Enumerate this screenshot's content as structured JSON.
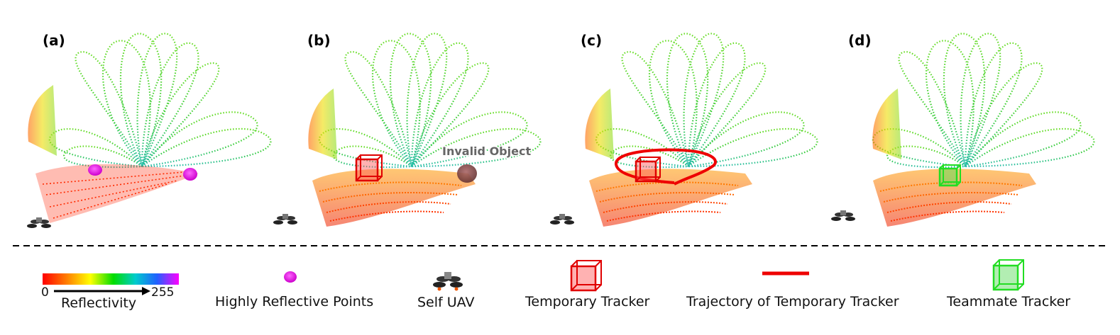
{
  "panels": [
    {
      "label": "(a)"
    },
    {
      "label": "(b)",
      "annotation": "Invalid Object"
    },
    {
      "label": "(c)"
    },
    {
      "label": "(d)"
    }
  ],
  "colorbar": {
    "min": "0",
    "max": "255",
    "label": "Reflectivity",
    "colors": [
      "#ff0000",
      "#ff8000",
      "#ffff00",
      "#00dd00",
      "#00cccc",
      "#2060ff",
      "#ff00ff"
    ]
  },
  "legend": {
    "reflective_points": "Highly Reflective Points",
    "self_uav": "Self UAV",
    "temporary_tracker": "Temporary Tracker",
    "trajectory": "Trajectory of Temporary Tracker",
    "teammate_tracker": "Teammate Tracker"
  },
  "colors": {
    "temporary_tracker": "#e00000",
    "teammate_tracker": "#22dd22",
    "trajectory": "#ee0000",
    "reflective": "#ee00ee"
  }
}
